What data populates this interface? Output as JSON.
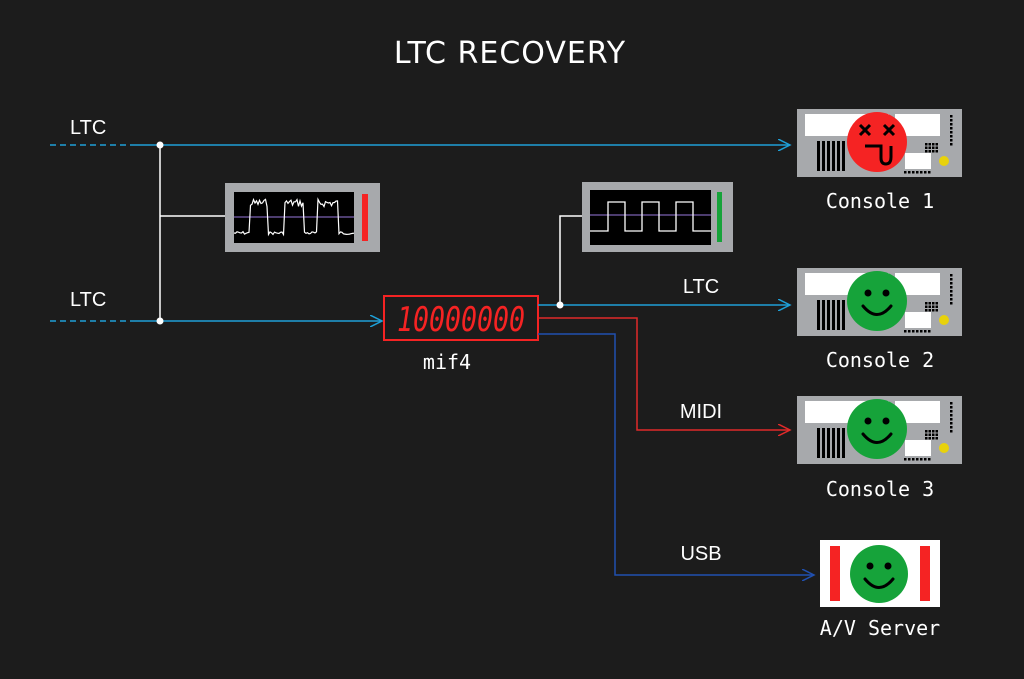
{
  "title": "LTC RECOVERY",
  "inputs": [
    {
      "label": "LTC"
    },
    {
      "label": "LTC"
    }
  ],
  "device": {
    "name": "mif4",
    "display": "10000000",
    "color": "#f52323"
  },
  "links": {
    "ltc": "LTC",
    "midi": "MIDI",
    "usb": "USB"
  },
  "colors": {
    "ltc_line": "#1e9fd6",
    "midi_line": "#e02a2a",
    "usb_line": "#2050b0",
    "wire": "#ffffff",
    "ok_face": "#16a33a",
    "fail_face": "#f52323",
    "panel": "#a7a9ac",
    "background": "#1c1c1c"
  },
  "scopes": [
    {
      "signal": "noisy",
      "status": "bad",
      "status_color": "#f52323"
    },
    {
      "signal": "clean",
      "status": "good",
      "status_color": "#16a33a"
    }
  ],
  "targets": [
    {
      "name": "Console 1",
      "status": "fail",
      "icon": "dead-face-icon"
    },
    {
      "name": "Console 2",
      "status": "ok",
      "icon": "smiley-face-icon"
    },
    {
      "name": "Console 3",
      "status": "ok",
      "icon": "smiley-face-icon"
    },
    {
      "name": "A/V Server",
      "status": "ok",
      "icon": "smiley-face-icon"
    }
  ]
}
